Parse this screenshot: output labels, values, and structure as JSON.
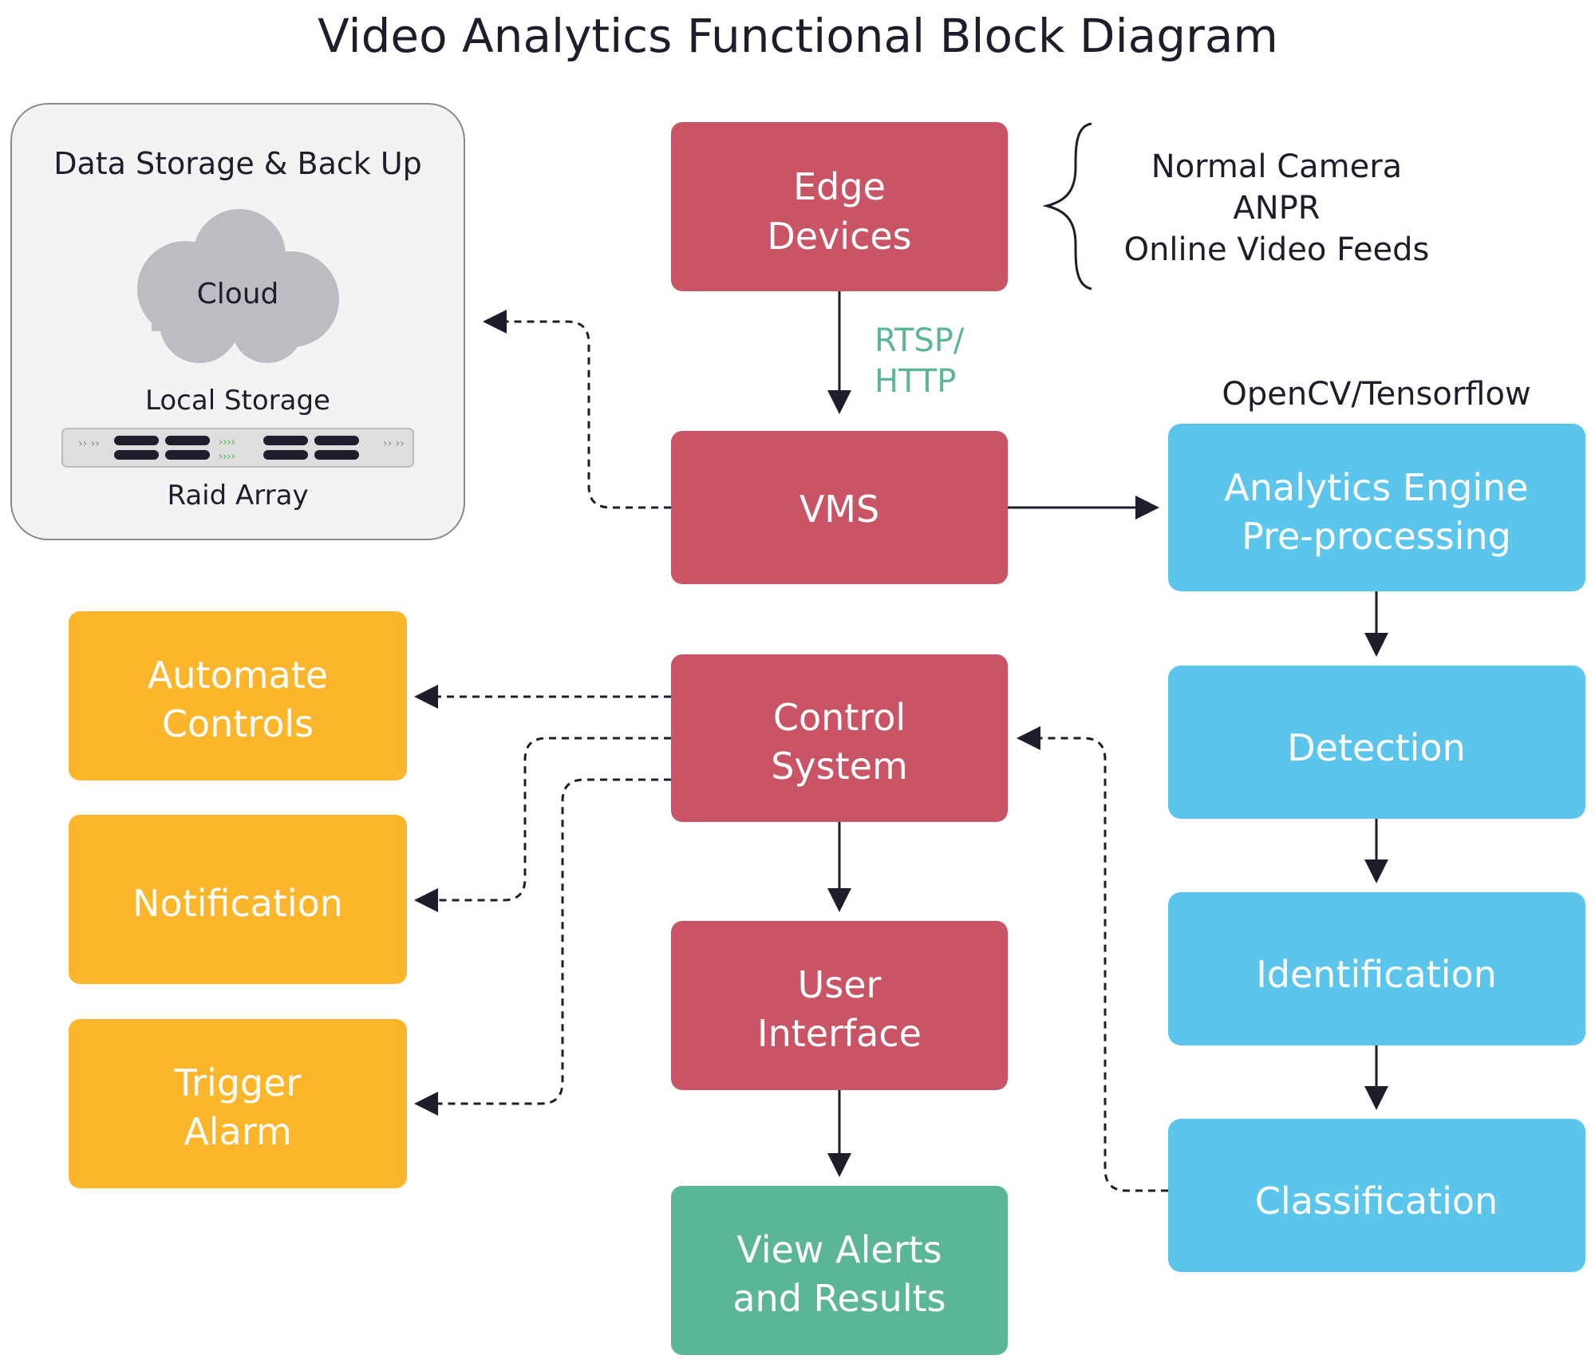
{
  "title": "Video Analytics Functional Block Diagram",
  "colors": {
    "core": "#C95466",
    "analytics": "#5BC5EC",
    "action": "#FBB62B",
    "output": "#5BB597",
    "protocol_text": "#5BB597",
    "storage_panel": "#F3F3F3",
    "cloud": "#BDBCC1",
    "arrow": "#1F1D2B"
  },
  "storage": {
    "title": "Data Storage & Back Up",
    "cloud_label": "Cloud",
    "local_label": "Local Storage",
    "raid_label": "Raid Array"
  },
  "edge_devices": {
    "line1": "Edge",
    "line2": "Devices"
  },
  "sources": [
    "Normal Camera",
    "ANPR",
    "Online Video Feeds"
  ],
  "protocol": {
    "line1": "RTSP/",
    "line2": "HTTP"
  },
  "vms": {
    "label": "VMS"
  },
  "framework_label": "OpenCV/Tensorflow",
  "analytics": {
    "engine": {
      "line1": "Analytics Engine",
      "line2": "Pre-processing"
    },
    "detection": "Detection",
    "identification": "Identification",
    "classification": "Classification"
  },
  "control_system": {
    "line1": "Control",
    "line2": "System"
  },
  "user_interface": {
    "line1": "User",
    "line2": "Interface"
  },
  "view_alerts": {
    "line1": "View Alerts",
    "line2": "and Results"
  },
  "actions": {
    "automate": {
      "line1": "Automate",
      "line2": "Controls"
    },
    "notification": "Notification",
    "trigger": {
      "line1": "Trigger",
      "line2": "Alarm"
    }
  }
}
